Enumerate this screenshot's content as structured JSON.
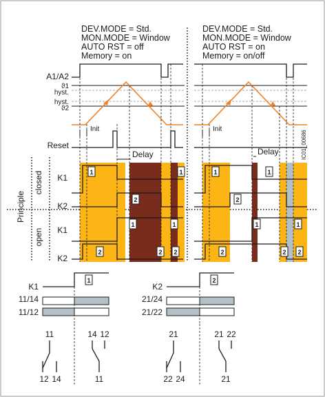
{
  "left_config": {
    "line1": "DEV.MODE  = Std.",
    "line2": "MON.MODE = Window",
    "line3": "AUTO RST = off",
    "line4": "Memory = on"
  },
  "right_config": {
    "line1": "DEV.MODE  = Std.",
    "line2": "MON.MODE = Window",
    "line3": "AUTO RST = on",
    "line4": "Memory = on/off"
  },
  "signals": {
    "a1a2": "A1/A2",
    "theta1": "ϑ1",
    "hyst1": "hyst.",
    "hyst2": "hyst.",
    "theta2": "ϑ2",
    "init": "Init",
    "reset": "Reset",
    "delay": "Delay",
    "k1": "K1",
    "k2": "K2"
  },
  "groups": {
    "principle": "Principle",
    "closed": "closed",
    "open": "open"
  },
  "figure_id": "IC01_00686",
  "coil_numbers": {
    "one": "1",
    "two": "2"
  },
  "contacts": {
    "k1_label": "K1",
    "k2_label": "K2",
    "k1_nc": "11/14",
    "k1_no": "11/12",
    "k2_nc": "21/24",
    "k2_no": "21/22",
    "t11": "11",
    "t12": "12",
    "t14": "14",
    "t21": "21",
    "t22": "22",
    "t24": "24"
  },
  "colors": {
    "amber": "#fcb515",
    "maroon": "#7a2c1c",
    "orange_line": "#f08020",
    "grey_state": "#b3c0c8"
  }
}
